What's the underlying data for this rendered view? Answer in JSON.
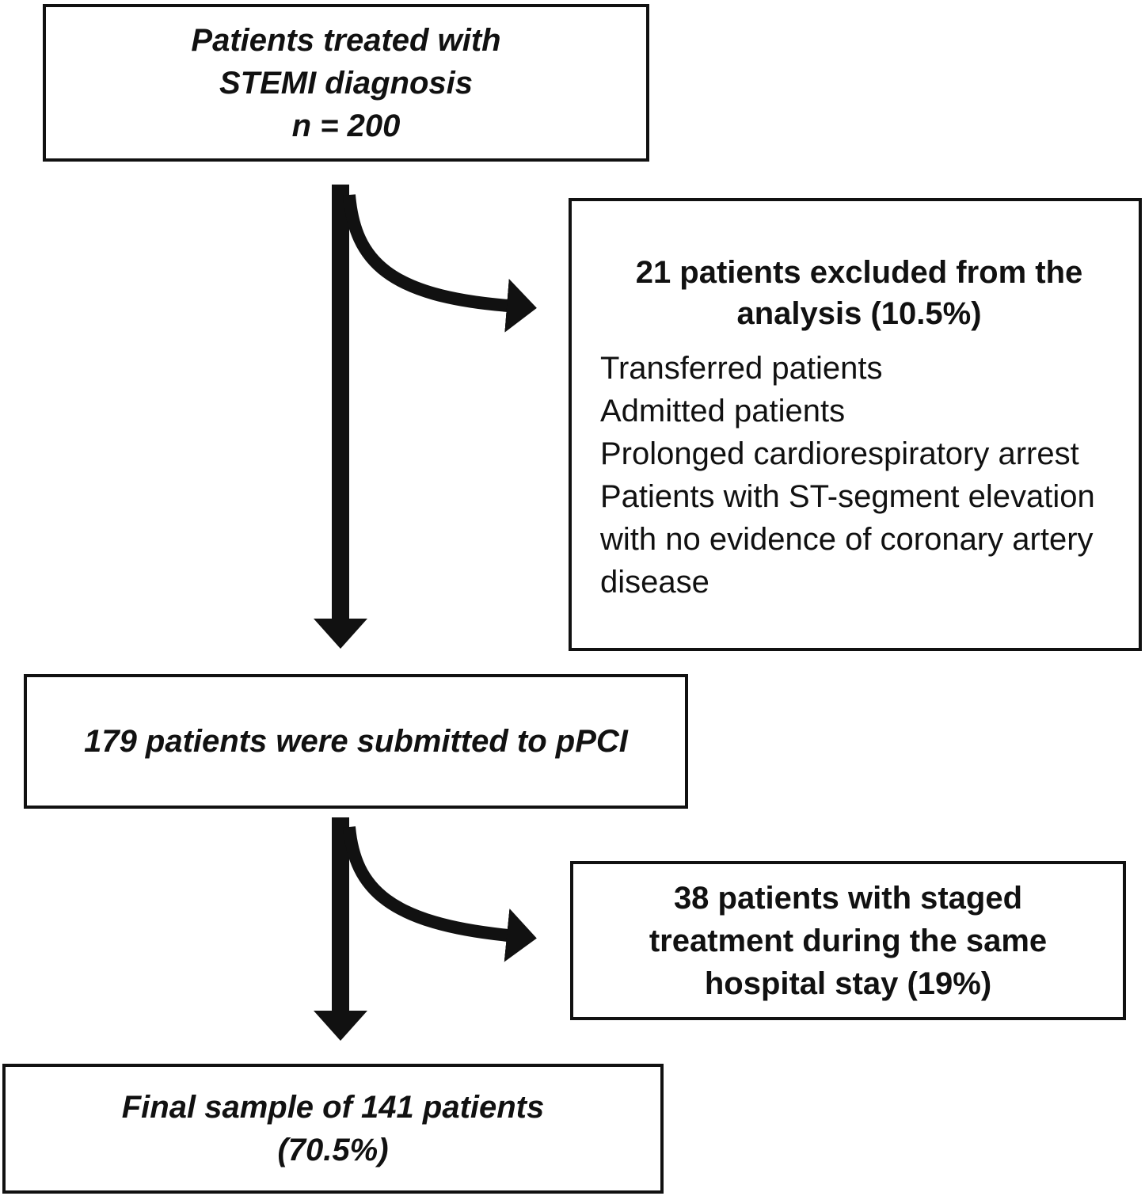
{
  "colors": {
    "ink": "#111111",
    "background": "#ffffff"
  },
  "boxes": {
    "initial": {
      "lines": [
        "Patients treated with",
        "STEMI diagnosis",
        "n = 200"
      ]
    },
    "excluded": {
      "heading": "21 patients excluded from the analysis (10.5%)",
      "items": [
        "Transferred patients",
        "Admitted patients",
        "Prolonged cardiorespiratory arrest",
        "Patients with ST-segment elevation with no evidence of coronary artery disease"
      ]
    },
    "ppci": {
      "text": "179 patients were submitted to pPCI"
    },
    "staged": {
      "lines": [
        "38 patients with staged",
        "treatment during the same",
        "hospital stay (19%)"
      ]
    },
    "final": {
      "lines": [
        "Final sample of 141 patients",
        "(70.5%)"
      ]
    }
  }
}
